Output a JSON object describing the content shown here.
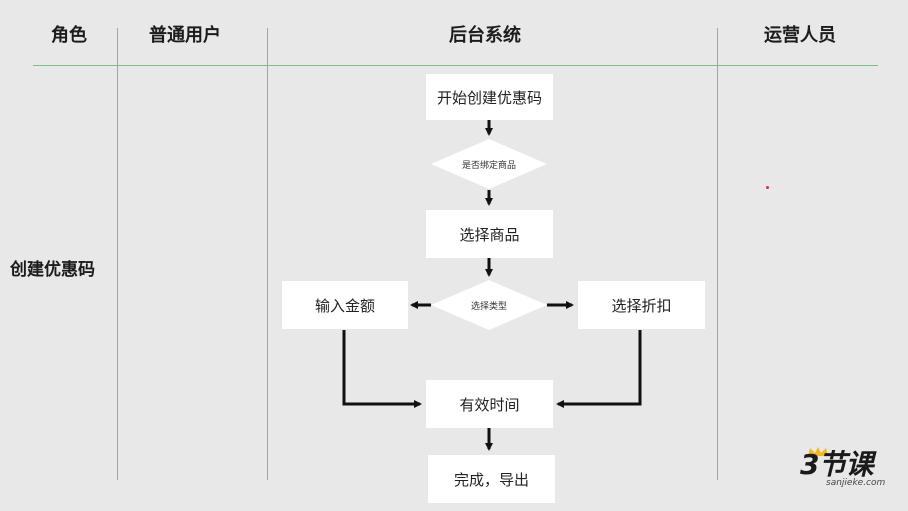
{
  "header": {
    "role": "角色",
    "user": "普通用户",
    "backend": "后台系统",
    "operator": "运营人员"
  },
  "row": {
    "label": "创建优惠码"
  },
  "flow": {
    "start": "开始创建优惠码",
    "decision_bind": "是否绑定商品",
    "select_product": "选择商品",
    "decision_type": "选择类型",
    "enter_amount": "输入金额",
    "select_discount": "选择折扣",
    "valid_time": "有效时间",
    "finish_export": "完成，导出"
  },
  "logo": {
    "brand": "3节课",
    "site": "sanjieke.com"
  },
  "colors": {
    "background": "#e9e8e9",
    "lane_lines": "#7fbf7f",
    "box": "#ffffff",
    "arrow": "#111111"
  }
}
